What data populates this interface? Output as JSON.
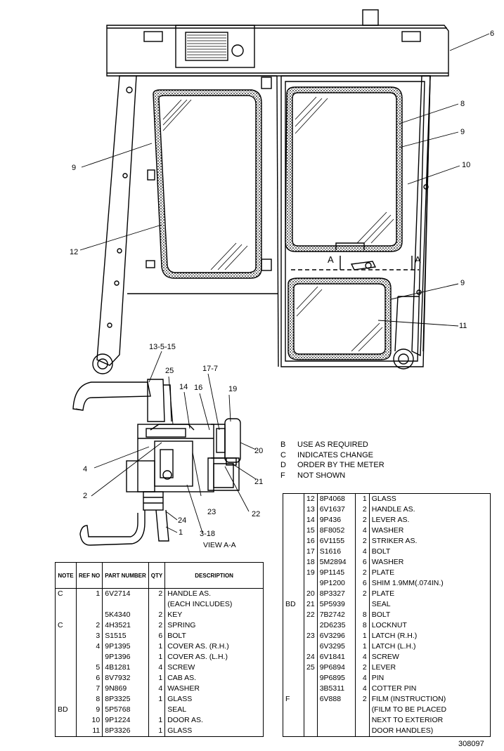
{
  "callouts": {
    "c6": "6",
    "c8": "8",
    "c9a": "9",
    "c10": "10",
    "c9b": "9",
    "c11": "11",
    "c9c": "9",
    "c12": "12",
    "c13": "13-5-15",
    "c25": "25",
    "c14": "14",
    "c17": "17-7",
    "c16": "16",
    "c19": "19",
    "c20": "20",
    "c4": "4",
    "c21": "21",
    "c2": "2",
    "c23": "23",
    "c22": "22",
    "c24": "24",
    "c1": "1",
    "c3": "3-18",
    "cA1": "A",
    "cA2": "A"
  },
  "view_label": "VIEW A-A",
  "notes": [
    {
      "key": "B",
      "text": "USE AS REQUIRED"
    },
    {
      "key": "C",
      "text": "INDICATES CHANGE"
    },
    {
      "key": "D",
      "text": "ORDER BY THE METER"
    },
    {
      "key": "F",
      "text": "NOT SHOWN"
    }
  ],
  "table_headers": {
    "note": "NOTE",
    "ref": "REF NO",
    "part": "PART NUMBER",
    "qty": "QTY",
    "desc": "DESCRIPTION"
  },
  "parts_left": [
    {
      "note": "C",
      "ref": "1",
      "part": "6V2714",
      "qty": "2",
      "desc": "HANDLE AS."
    },
    {
      "note": "",
      "ref": "",
      "part": "",
      "qty": "",
      "desc": "(EACH INCLUDES)"
    },
    {
      "note": "",
      "ref": "",
      "part": "5K4340",
      "qty": "2",
      "desc": "  KEY"
    },
    {
      "note": "C",
      "ref": "2",
      "part": "4H3521",
      "qty": "2",
      "desc": "SPRING"
    },
    {
      "note": "",
      "ref": "3",
      "part": "S1515",
      "qty": "6",
      "desc": "BOLT"
    },
    {
      "note": "",
      "ref": "4",
      "part": "9P1395",
      "qty": "1",
      "desc": "COVER AS. (R.H.)"
    },
    {
      "note": "",
      "ref": "",
      "part": "9P1396",
      "qty": "1",
      "desc": "COVER AS. (L.H.)"
    },
    {
      "note": "",
      "ref": "5",
      "part": "4B1281",
      "qty": "4",
      "desc": "SCREW"
    },
    {
      "note": "",
      "ref": "6",
      "part": "8V7932",
      "qty": "1",
      "desc": "CAB AS."
    },
    {
      "note": "",
      "ref": "7",
      "part": "9N869",
      "qty": "4",
      "desc": "WASHER"
    },
    {
      "note": "",
      "ref": "8",
      "part": "8P3325",
      "qty": "1",
      "desc": "GLASS"
    },
    {
      "note": "BD",
      "ref": "9",
      "part": "5P5768",
      "qty": "",
      "desc": "SEAL"
    },
    {
      "note": "",
      "ref": "10",
      "part": "9P1224",
      "qty": "1",
      "desc": "DOOR AS."
    },
    {
      "note": "",
      "ref": "11",
      "part": "8P3326",
      "qty": "1",
      "desc": "GLASS"
    }
  ],
  "parts_right": [
    {
      "note": "",
      "ref": "12",
      "part": "8P4068",
      "qty": "1",
      "desc": "GLASS"
    },
    {
      "note": "",
      "ref": "13",
      "part": "6V1637",
      "qty": "2",
      "desc": "HANDLE AS."
    },
    {
      "note": "",
      "ref": "14",
      "part": "9P436",
      "qty": "2",
      "desc": "LEVER AS."
    },
    {
      "note": "",
      "ref": "15",
      "part": "8F8052",
      "qty": "4",
      "desc": "WASHER"
    },
    {
      "note": "",
      "ref": "16",
      "part": "6V1155",
      "qty": "2",
      "desc": "STRIKER AS."
    },
    {
      "note": "",
      "ref": "17",
      "part": "S1616",
      "qty": "4",
      "desc": "BOLT"
    },
    {
      "note": "",
      "ref": "18",
      "part": "5M2894",
      "qty": "6",
      "desc": "WASHER"
    },
    {
      "note": "",
      "ref": "19",
      "part": "9P1145",
      "qty": "2",
      "desc": "PLATE"
    },
    {
      "note": "",
      "ref": "",
      "part": "9P1200",
      "qty": "6",
      "desc": "SHIM 1.9MM(.074IN.)"
    },
    {
      "note": "",
      "ref": "20",
      "part": "8P3327",
      "qty": "2",
      "desc": "PLATE"
    },
    {
      "note": "BD",
      "ref": "21",
      "part": "5P5939",
      "qty": "",
      "desc": "SEAL"
    },
    {
      "note": "",
      "ref": "22",
      "part": "7B2742",
      "qty": "8",
      "desc": "BOLT"
    },
    {
      "note": "",
      "ref": "",
      "part": "2D6235",
      "qty": "8",
      "desc": "LOCKNUT"
    },
    {
      "note": "",
      "ref": "23",
      "part": "6V3296",
      "qty": "1",
      "desc": "LATCH (R.H.)"
    },
    {
      "note": "",
      "ref": "",
      "part": "6V3295",
      "qty": "1",
      "desc": "LATCH (L.H.)"
    },
    {
      "note": "",
      "ref": "24",
      "part": "6V1841",
      "qty": "4",
      "desc": "SCREW"
    },
    {
      "note": "",
      "ref": "25",
      "part": "9P6894",
      "qty": "2",
      "desc": "LEVER"
    },
    {
      "note": "",
      "ref": "",
      "part": "9P6895",
      "qty": "4",
      "desc": "PIN"
    },
    {
      "note": "",
      "ref": "",
      "part": "3B5311",
      "qty": "4",
      "desc": "COTTER PIN"
    },
    {
      "note": "F",
      "ref": "",
      "part": "6V888",
      "qty": "2",
      "desc": "FILM (INSTRUCTION)"
    },
    {
      "note": "",
      "ref": "",
      "part": "",
      "qty": "",
      "desc": "(FILM TO BE PLACED"
    },
    {
      "note": "",
      "ref": "",
      "part": "",
      "qty": "",
      "desc": "NEXT TO EXTERIOR"
    },
    {
      "note": "",
      "ref": "",
      "part": "",
      "qty": "",
      "desc": "DOOR HANDLES)"
    }
  ],
  "doc_number": "308097"
}
